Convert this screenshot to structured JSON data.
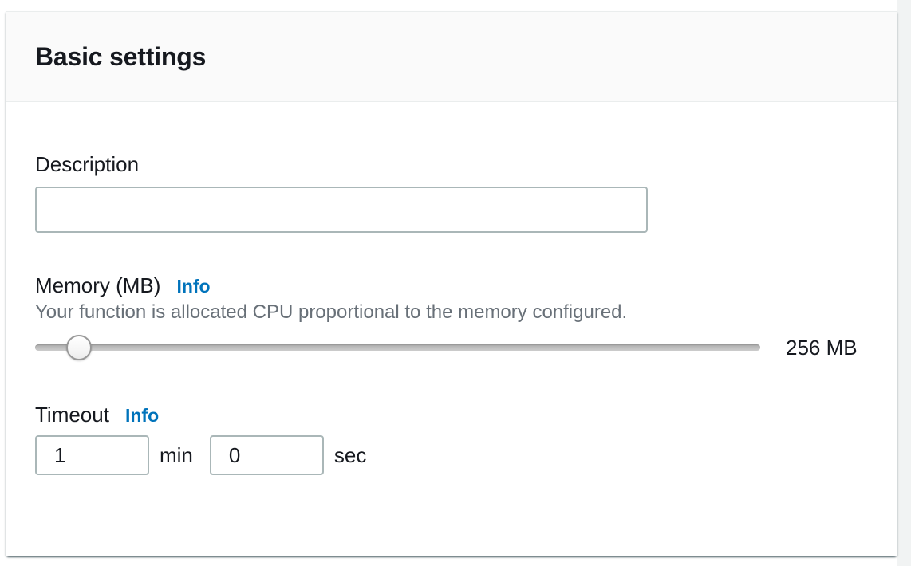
{
  "panel": {
    "title": "Basic settings"
  },
  "description": {
    "label": "Description",
    "value": ""
  },
  "memory": {
    "label": "Memory (MB)",
    "info_label": "Info",
    "help_text": "Your function is allocated CPU proportional to the memory configured.",
    "value_label": "256 MB",
    "slider_percent": 6
  },
  "timeout": {
    "label": "Timeout",
    "info_label": "Info",
    "min_value": "1",
    "min_unit": "min",
    "sec_value": "0",
    "sec_unit": "sec"
  },
  "colors": {
    "link_blue": "#0073bb",
    "heading_text": "#16191f",
    "muted_text": "#687078",
    "input_border": "#aab7b8",
    "header_bg": "#fafafa",
    "divider": "#eaeded"
  }
}
